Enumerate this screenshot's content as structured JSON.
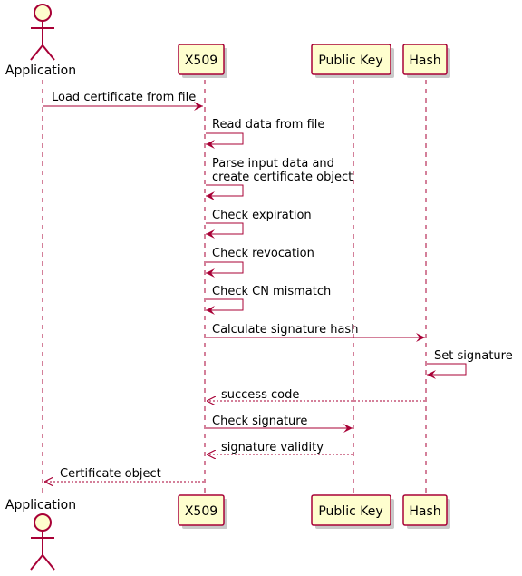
{
  "colors": {
    "line": "#A80036",
    "box_fill": "#FEFECE",
    "shadow": "#c9c9c9"
  },
  "participants": {
    "application": "Application",
    "x509": "X509",
    "public_key": "Public Key",
    "hash": "Hash"
  },
  "messages": {
    "m1": "Load certificate from file",
    "m2": "Read data from file",
    "m3a": "Parse input data and",
    "m3b": "create certificate object",
    "m4": "Check expiration",
    "m5": "Check revocation",
    "m6": "Check CN mismatch",
    "m7": "Calculate signature hash",
    "m8": "Set signature",
    "m9": "success code",
    "m10": "Check signature",
    "m11": "signature validity",
    "m12": "Certificate object"
  }
}
